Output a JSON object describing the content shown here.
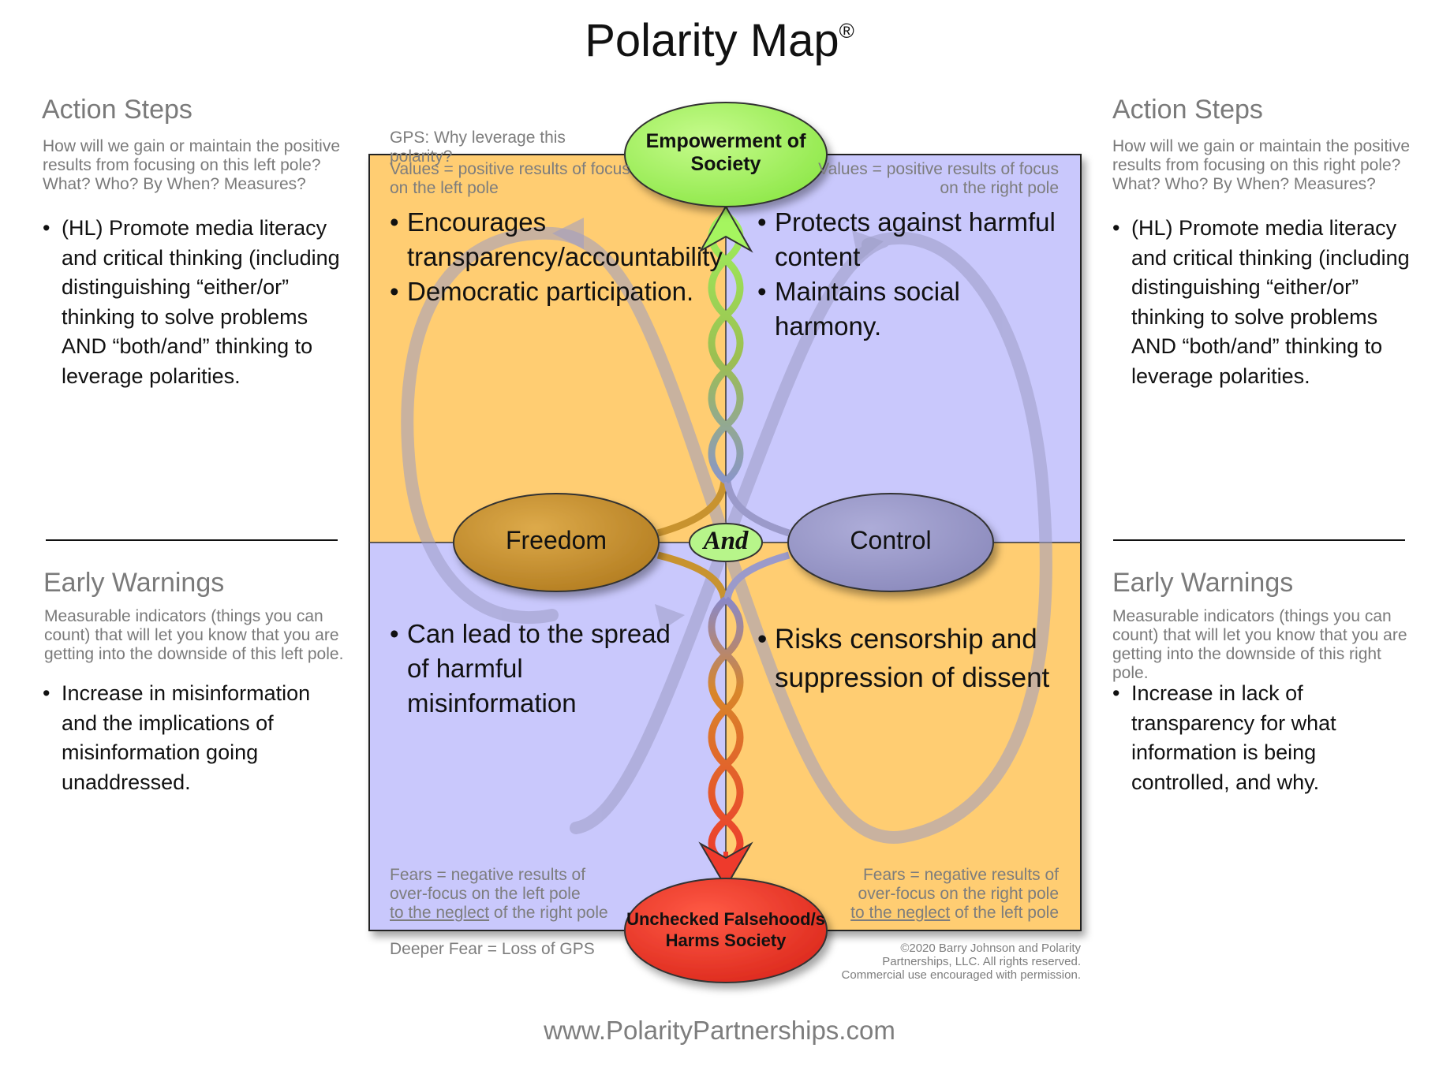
{
  "title": "Polarity Map",
  "title_mark": "®",
  "website": "www.PolarityPartnerships.com",
  "colors": {
    "yellow_quadrant": "#FFCD72",
    "blue_quadrant": "#C9C8FC",
    "left_pole": "#C8932F",
    "right_pole": "#9B9ACA",
    "gps_green": "#A5F55F",
    "fear_red": "#EE3A2C",
    "and_green": "#B7F58A",
    "infinity_loop": "#9C9CC4"
  },
  "left": {
    "action": {
      "heading": "Action Steps",
      "description": [
        "How will we gain or maintain the positive",
        "results from focusing on this left pole?",
        "What? Who? By When? Measures?"
      ],
      "items": [
        "(HL) Promote media literacy and critical thinking (including distinguishing “either/or” thinking to solve problems AND “both/and” thinking to leverage polarities."
      ]
    },
    "warning": {
      "heading": "Early Warnings",
      "description": [
        "Measurable indicators (things you can",
        "count) that will let you know that you are",
        "getting into the downside of this left pole."
      ],
      "items": [
        "Increase in misinformation and the implications of misinformation going unaddressed."
      ]
    }
  },
  "right": {
    "action": {
      "heading": "Action Steps",
      "description": [
        "How will we gain or maintain the positive",
        "results from focusing on this right pole?",
        "What? Who? By When? Measures?"
      ],
      "items": [
        "(HL) Promote media literacy and critical thinking (including distinguishing “either/or” thinking to solve problems AND “both/and” thinking to leverage polarities."
      ]
    },
    "warning": {
      "heading": "Early Warnings",
      "description": [
        "Measurable indicators (things you can",
        "count) that will let you know that you are",
        "getting into the downside of this right pole."
      ],
      "items": [
        "Increase in lack of transparency for what information is being controlled, and why."
      ]
    }
  },
  "map": {
    "gps_question": "GPS: Why leverage this polarity?",
    "gps": "Empowerment of Society",
    "deeper_fear_label": "Deeper Fear = Loss of GPS",
    "deeper_fear": "Unchecked Falsehood/s Harms Society",
    "left_pole": "Freedom",
    "right_pole": "Control",
    "and": "And",
    "upper_left": {
      "note": [
        "Values = positive results of focus",
        "on the left pole"
      ],
      "items": [
        "Encourages transparency/accountability",
        "Democratic participation."
      ]
    },
    "upper_right": {
      "note": [
        "Values = positive results of focus",
        "on the right pole"
      ],
      "items": [
        "Protects against harmful content",
        "Maintains social harmony."
      ]
    },
    "lower_left": {
      "note": [
        "Fears = negative results of",
        "over-focus on the left pole"
      ],
      "note_neglect": "to the neglect",
      "note_tail": " of the right pole",
      "items": [
        "Can lead to the spread of harmful misinformation"
      ]
    },
    "lower_right": {
      "note": [
        "Fears = negative results of",
        "over-focus on the right pole"
      ],
      "note_neglect": "to the neglect",
      "note_tail": " of the left pole",
      "items": [
        "Risks censorship and suppression of dissent"
      ]
    },
    "copyright": [
      "©2020 Barry Johnson and Polarity",
      "Partnerships, LLC. All rights reserved.",
      "Commercial use encouraged with permission."
    ]
  }
}
